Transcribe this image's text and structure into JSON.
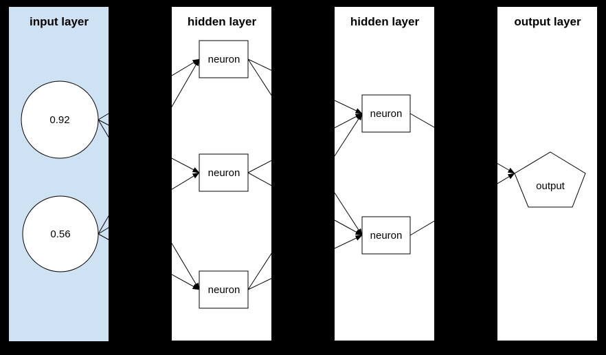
{
  "background_color": "#000000",
  "diagram": {
    "type": "neural-network",
    "edge_color": "#000000",
    "node_fill": "#ffffff",
    "node_stroke": "#000000",
    "layers": [
      {
        "id": "input",
        "title": "input layer",
        "panel_color": "#cfe2f3",
        "nodes": [
          {
            "id": "in1",
            "shape": "circle",
            "label": "0.92"
          },
          {
            "id": "in2",
            "shape": "circle",
            "label": "0.56"
          }
        ]
      },
      {
        "id": "hidden1",
        "title": "hidden layer",
        "panel_color": "#ffffff",
        "nodes": [
          {
            "id": "h1a",
            "shape": "rect",
            "label": "neuron"
          },
          {
            "id": "h1b",
            "shape": "rect",
            "label": "neuron"
          },
          {
            "id": "h1c",
            "shape": "rect",
            "label": "neuron"
          }
        ]
      },
      {
        "id": "hidden2",
        "title": "hidden layer",
        "panel_color": "#ffffff",
        "nodes": [
          {
            "id": "h2a",
            "shape": "rect",
            "label": "neuron"
          },
          {
            "id": "h2b",
            "shape": "rect",
            "label": "neuron"
          }
        ]
      },
      {
        "id": "output",
        "title": "output layer",
        "panel_color": "#ffffff",
        "nodes": [
          {
            "id": "out1",
            "shape": "pentagon",
            "label": "output"
          }
        ]
      }
    ],
    "edges": [
      {
        "from": "in1",
        "to": "h1a"
      },
      {
        "from": "in1",
        "to": "h1b"
      },
      {
        "from": "in1",
        "to": "h1c"
      },
      {
        "from": "in2",
        "to": "h1a"
      },
      {
        "from": "in2",
        "to": "h1b"
      },
      {
        "from": "in2",
        "to": "h1c"
      },
      {
        "from": "h1a",
        "to": "h2a"
      },
      {
        "from": "h1a",
        "to": "h2b"
      },
      {
        "from": "h1b",
        "to": "h2a"
      },
      {
        "from": "h1b",
        "to": "h2b"
      },
      {
        "from": "h1c",
        "to": "h2a"
      },
      {
        "from": "h1c",
        "to": "h2b"
      },
      {
        "from": "h2a",
        "to": "out1"
      },
      {
        "from": "h2b",
        "to": "out1"
      }
    ]
  }
}
